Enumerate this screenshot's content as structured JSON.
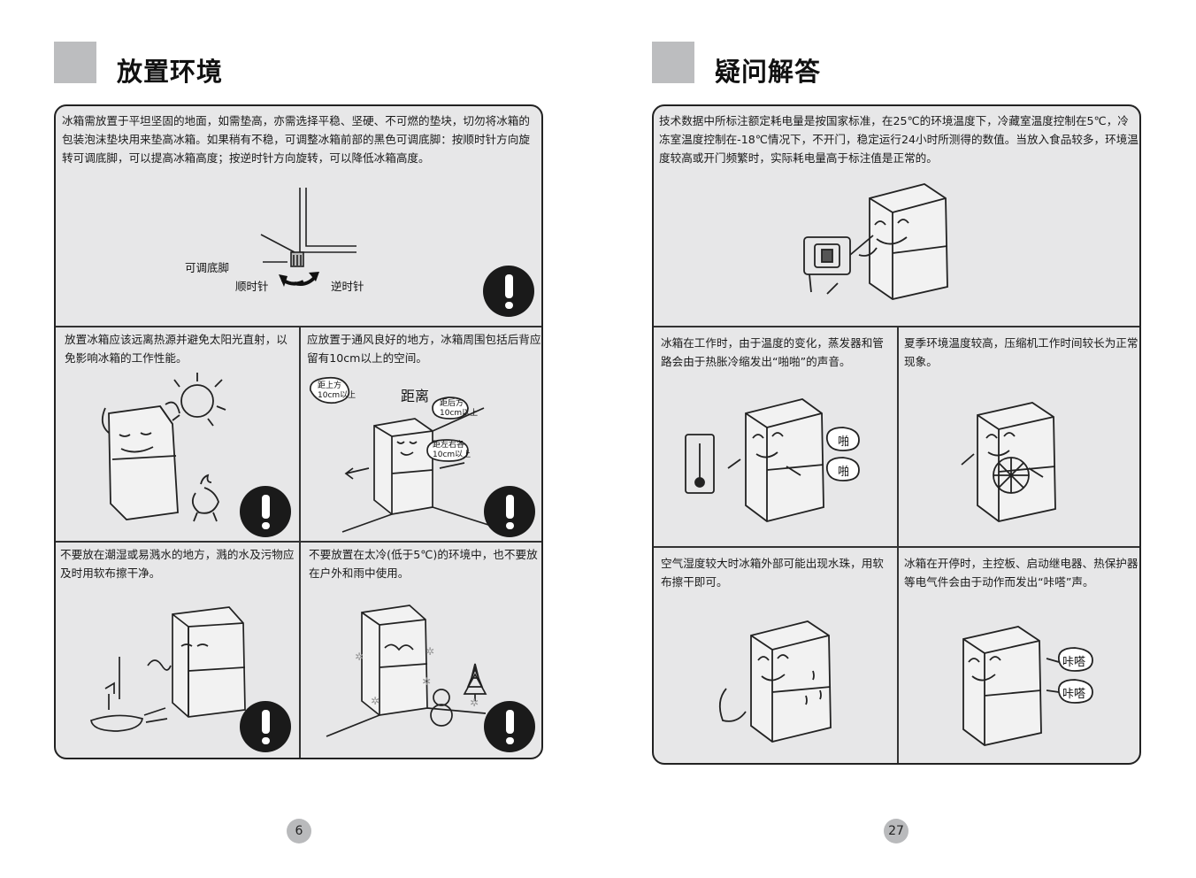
{
  "left_page": {
    "title": "放置环境",
    "page_number": "6",
    "sections": {
      "base": {
        "text": "冰箱需放置于平坦坚固的地面，如需垫高，亦需选择平稳、坚硬、不可燃的垫块，切勿将冰箱的包装泡沫垫块用来垫高冰箱。如果稍有不稳，可调整冰箱前部的黑色可调底脚：按顺时针方向旋转可调底脚，可以提高冰箱高度；按逆时针方向旋转，可以降低冰箱高度。",
        "foot_label": "可调底脚",
        "clockwise_label": "顺时针",
        "counterclockwise_label": "逆时针"
      },
      "heat": {
        "text": "放置冰箱应该远离热源并避免太阳光直射，以免影响冰箱的工作性能。"
      },
      "ventilation": {
        "text": "应放置于通风良好的地方，冰箱周围包括后背应留有10cm以上的空间。",
        "distance_title": "距离",
        "top_label_1": "距上方",
        "top_label_2": "10cm以上",
        "back_label_1": "距后方",
        "back_label_2": "10cm以上",
        "side_label_1": "距左右各",
        "side_label_2": "10cm以上"
      },
      "moisture": {
        "text": "不要放在潮湿或易溅水的地方，溅的水及污物应及时用软布擦干净。"
      },
      "cold": {
        "text": "不要放置在太冷(低于5℃)的环境中，也不要放在户外和雨中使用。"
      }
    }
  },
  "right_page": {
    "title": "疑问解答",
    "page_number": "27",
    "sections": {
      "power": {
        "text": "技术数据中所标注额定耗电量是按国家标准，在25℃的环境温度下，冷藏室温度控制在5℃，冷冻室温度控制在-18℃情况下，不开门，稳定运行24小时所测得的数值。当放入食品较多，环境温度较高或开门频繁时，实际耗电量高于标注值是正常的。"
      },
      "crackle": {
        "text": "冰箱在工作时，由于温度的变化，蒸发器和管路会由于热胀冷缩发出“啪啪”的声音。",
        "sound_1": "啪",
        "sound_2": "啪"
      },
      "summer": {
        "text": "夏季环境温度较高，压缩机工作时间较长为正常现象。"
      },
      "humidity": {
        "text": "空气湿度较大时冰箱外部可能出现水珠，用软布擦干即可。"
      },
      "click": {
        "text": "冰箱在开停时，主控板、启动继电器、热保护器等电气件会由于动作而发出“咔嗒”声。",
        "sound_1": "咔嗒",
        "sound_2": "咔嗒"
      }
    }
  }
}
